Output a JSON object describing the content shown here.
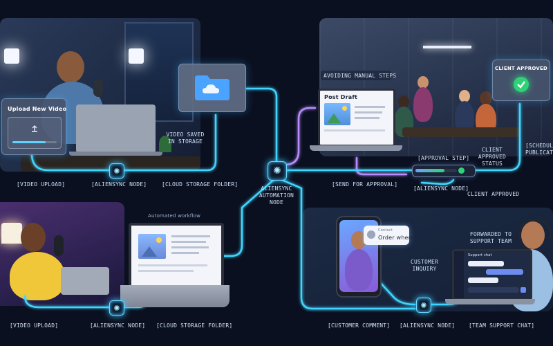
{
  "colors": {
    "wire_cyan": "#3fd6ff",
    "wire_purple": "#b88cff",
    "node_border": "#6fd8ff",
    "approve_green": "#2fd277",
    "folder_blue": "#4aa3ff"
  },
  "icons": {
    "node": "spark-icon",
    "folder": "cloud-folder-icon",
    "upload": "upload-icon",
    "check": "check-icon"
  },
  "upload_card": {
    "title": "Upload New Video",
    "progress": 0.75
  },
  "post_draft": {
    "title": "Post Draft"
  },
  "client_card": {
    "title": "CLIENT APPROVED"
  },
  "chat_bubble": {
    "sender": "Contact",
    "message": "Order where?"
  },
  "support_window": {
    "title": "Support chat"
  },
  "approval_bar": {
    "progress": 0.7
  },
  "labels": {
    "video_upload_top": "[VIDEO UPLOAD]",
    "aliensync_node_top": "[ALIENSYNC NODE]",
    "cloud_storage_top": "[CLOUD STORAGE FOLDER]",
    "video_saved": "VIDEO SAVED\nIN STORAGE",
    "automation_node": "ALIENSYNC\nAUTOMATION\nNODE",
    "avoiding_manual": "AVOIDING MANUAL STEPS",
    "send_for_approval": "[SEND FOR APPROVAL]",
    "approval_step": "[APPROVAL STEP]",
    "client_approved_status": "CLIENT APPROVED\nSTATUS",
    "aliensync_node_right": "[ALIENSYNC NODE]",
    "client_approved": "CLIENT APPROVED",
    "schedule_publication": "[SCHEDULE\nPUBLICAT",
    "automated_workflow": "Automated workflow",
    "video_upload_bottom": "[VIDEO UPLOAD]",
    "aliensync_node_bottom": "[ALIENSYNC NODE]",
    "cloud_storage_bottom": "[CLOUD STORAGE FOLDER]",
    "customer_inquiry": "CUSTOMER\nINQUIRY",
    "forwarded_support": "FORWARDED TO\nSUPPORT TEAM",
    "customer_comment": "[CUSTOMER COMMENT]",
    "aliensync_node_support": "[ALIENSYNC NODE]",
    "team_support_chat": "[TEAM SUPPORT CHAT]"
  }
}
